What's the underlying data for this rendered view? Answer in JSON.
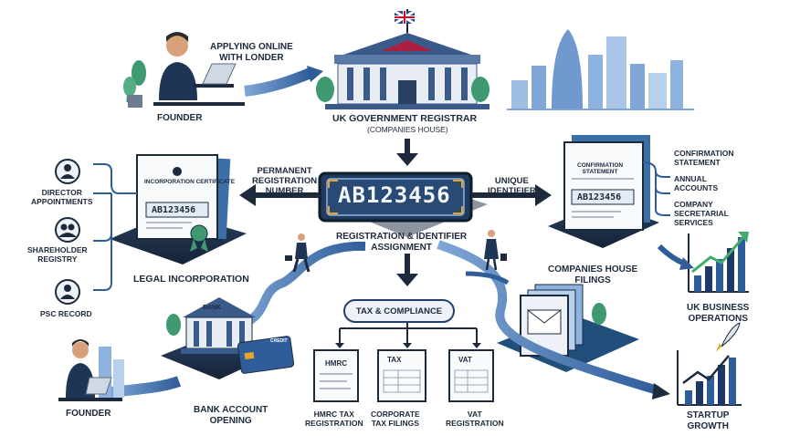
{
  "colors": {
    "navy": "#1d2a3c",
    "blue": "#2f5d9a",
    "light_blue": "#8fb3df",
    "teal": "#2f8f87",
    "gold": "#e4a72b",
    "card": "#223a5e"
  },
  "top": {
    "founder_caption": "APPLYING ONLINE\nWITH LONDER",
    "founder_label": "FOUNDER",
    "registrar_label": "UK GOVERNMENT REGISTRAR",
    "registrar_sub": "(COMPANIES HOUSE)"
  },
  "center": {
    "id_value": "AB123456",
    "left_caption": "PERMANENT\nREGISTRATION\nNUMBER",
    "right_caption": "UNIQUE\nIDENTIFIER",
    "assignment_label": "REGISTRATION & IDENTIFIER\nASSIGNMENT"
  },
  "left": {
    "certificate_title": "INCORPORATION CERTIFICATE",
    "certificate_id": "AB123456",
    "legal_label": "LEGAL INCORPORATION",
    "branches": [
      "DIRECTOR\nAPPOINTMENTS",
      "SHAREHOLDER\nREGISTRY",
      "PSC RECORD"
    ]
  },
  "right": {
    "statement_title": "CONFIRMATION\nSTATEMENT",
    "statement_id": "AB123456",
    "filings_label": "COMPANIES HOUSE\nFILINGS",
    "branches": [
      "CONFIRMATION\nSTATEMENT",
      "ANNUAL\nACCOUNTS",
      "COMPANY\nSECRETARIAL\nSERVICES"
    ],
    "ops_label": "UK BUSINESS\nOPERATIONS"
  },
  "bottom": {
    "founder_label": "FOUNDER",
    "bank_sign": "BANK",
    "card_label": "CREDIT",
    "bank_label": "BANK ACCOUNT\nOPENING",
    "tax_label": "TAX & COMPLIANCE",
    "docs": [
      {
        "title": "HMRC",
        "label": "HMRC TAX\nREGISTRATION"
      },
      {
        "title": "TAX",
        "label": "CORPORATE\nTAX FILINGS"
      },
      {
        "title": "VAT",
        "label": "VAT\nREGISTRATION"
      }
    ],
    "growth_label": "STARTUP\nGROWTH"
  }
}
